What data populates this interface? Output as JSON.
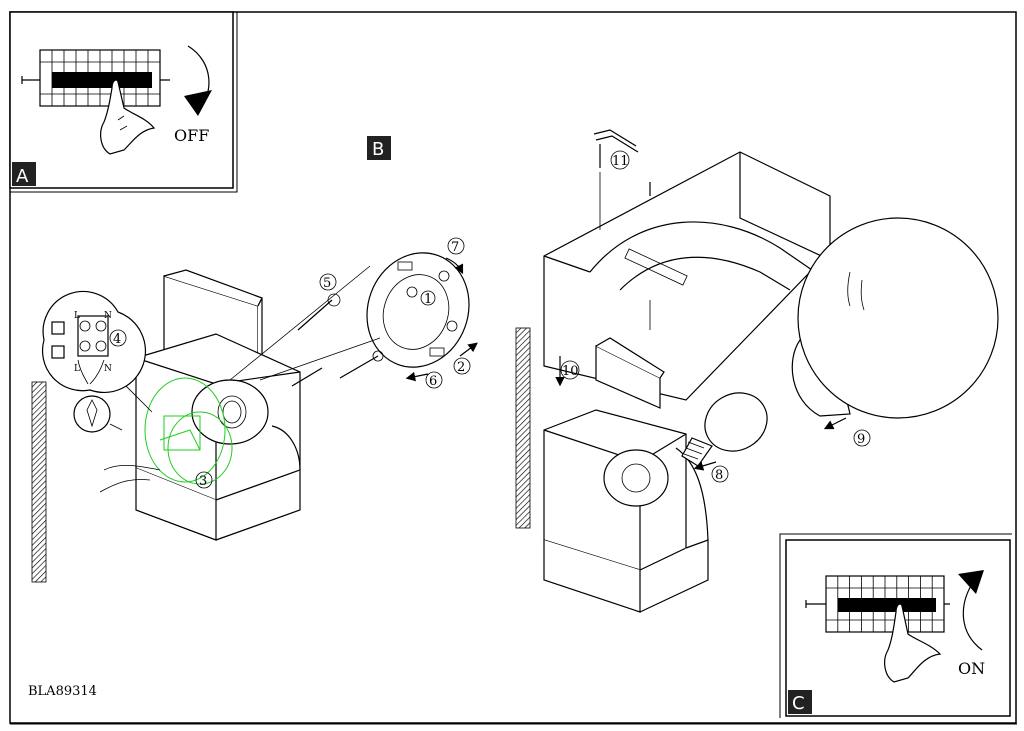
{
  "panels": {
    "a": {
      "letter": "A",
      "switch_label": "OFF"
    },
    "b": {
      "letter": "B"
    },
    "c": {
      "letter": "C",
      "switch_label": "ON"
    }
  },
  "steps": [
    "1",
    "2",
    "3",
    "4",
    "5",
    "6",
    "7",
    "8",
    "9",
    "10",
    "11"
  ],
  "terminal": {
    "live": "L",
    "neutral": "N"
  },
  "doc_code": "BLA89314",
  "icons": [
    "circuit-breaker-icon",
    "hand-icon",
    "rotation-arrow-icon",
    "wall-plug-icon",
    "screwdriver-icon",
    "light-bulb-icon",
    "allen-key-icon"
  ]
}
